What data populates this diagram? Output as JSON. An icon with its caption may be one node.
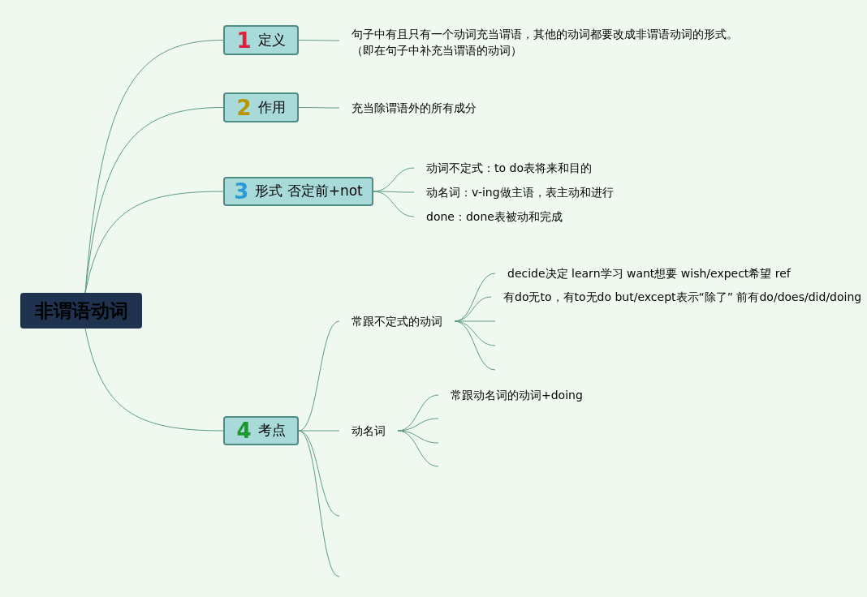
{
  "diagram": {
    "nodes": [
      {
        "text": [
          "非谓语动词"
        ]
      },
      {
        "text": [
          "1",
          "定义"
        ]
      },
      {
        "text": [
          "句子中有且只有一个动词充当谓语，其他的动词都要改成非谓语动词的形式。",
          "（即在句子中补充当谓语的动词）"
        ]
      },
      {
        "text": [
          "2",
          "作用"
        ]
      },
      {
        "text": [
          "充当除谓语外的所有成分"
        ]
      },
      {
        "text": [
          "3",
          "形式 否定前+not"
        ]
      },
      {
        "text": [
          "动词不定式：to do表将来和目的"
        ]
      },
      {
        "text": [
          "动名词：v-ing做主语，表主动和进行"
        ]
      },
      {
        "text": [
          "done：done表被动和完成"
        ]
      },
      {
        "text": [
          "4",
          "考点"
        ]
      },
      {
        "text": [
          "常跟不定式的动词"
        ]
      },
      {
        "text": [
          "decide决定 learn学习 want想要 wish/expect希望 ref"
        ]
      },
      {
        "text": [
          "有do无to，有to无do but/except表示“除了” 前有do/does/did/doing"
        ]
      },
      {
        "text": [
          "动名词"
        ]
      },
      {
        "text": [
          "常跟动名词的动词+doing"
        ]
      }
    ],
    "edges": [
      {
        "from": 0,
        "to": 1,
        "arrow": "none"
      },
      {
        "from": 0,
        "to": 3,
        "arrow": "none"
      },
      {
        "from": 0,
        "to": 5,
        "arrow": "none"
      },
      {
        "from": 0,
        "to": 9,
        "arrow": "none"
      },
      {
        "from": 1,
        "to": 2,
        "arrow": "none"
      },
      {
        "from": 3,
        "to": 4,
        "arrow": "none"
      },
      {
        "from": 5,
        "to": 6,
        "arrow": "none"
      },
      {
        "from": 5,
        "to": 7,
        "arrow": "none"
      },
      {
        "from": 5,
        "to": 8,
        "arrow": "none"
      },
      {
        "from": 9,
        "to": 10,
        "arrow": "none"
      },
      {
        "from": 10,
        "to": 11,
        "arrow": "none"
      },
      {
        "from": 10,
        "to": 12,
        "arrow": "none"
      },
      {
        "from": 10,
        "to": null,
        "arrow": "none"
      },
      {
        "from": 10,
        "to": null,
        "arrow": "none"
      },
      {
        "from": 10,
        "to": null,
        "arrow": "none"
      },
      {
        "from": 9,
        "to": 13,
        "arrow": "none"
      },
      {
        "from": 13,
        "to": 14,
        "arrow": "none"
      },
      {
        "from": 13,
        "to": null,
        "arrow": "none"
      },
      {
        "from": 13,
        "to": null,
        "arrow": "none"
      },
      {
        "from": 13,
        "to": null,
        "arrow": "none"
      },
      {
        "from": 9,
        "to": null,
        "arrow": "none"
      },
      {
        "from": 9,
        "to": null,
        "arrow": "none"
      }
    ]
  }
}
